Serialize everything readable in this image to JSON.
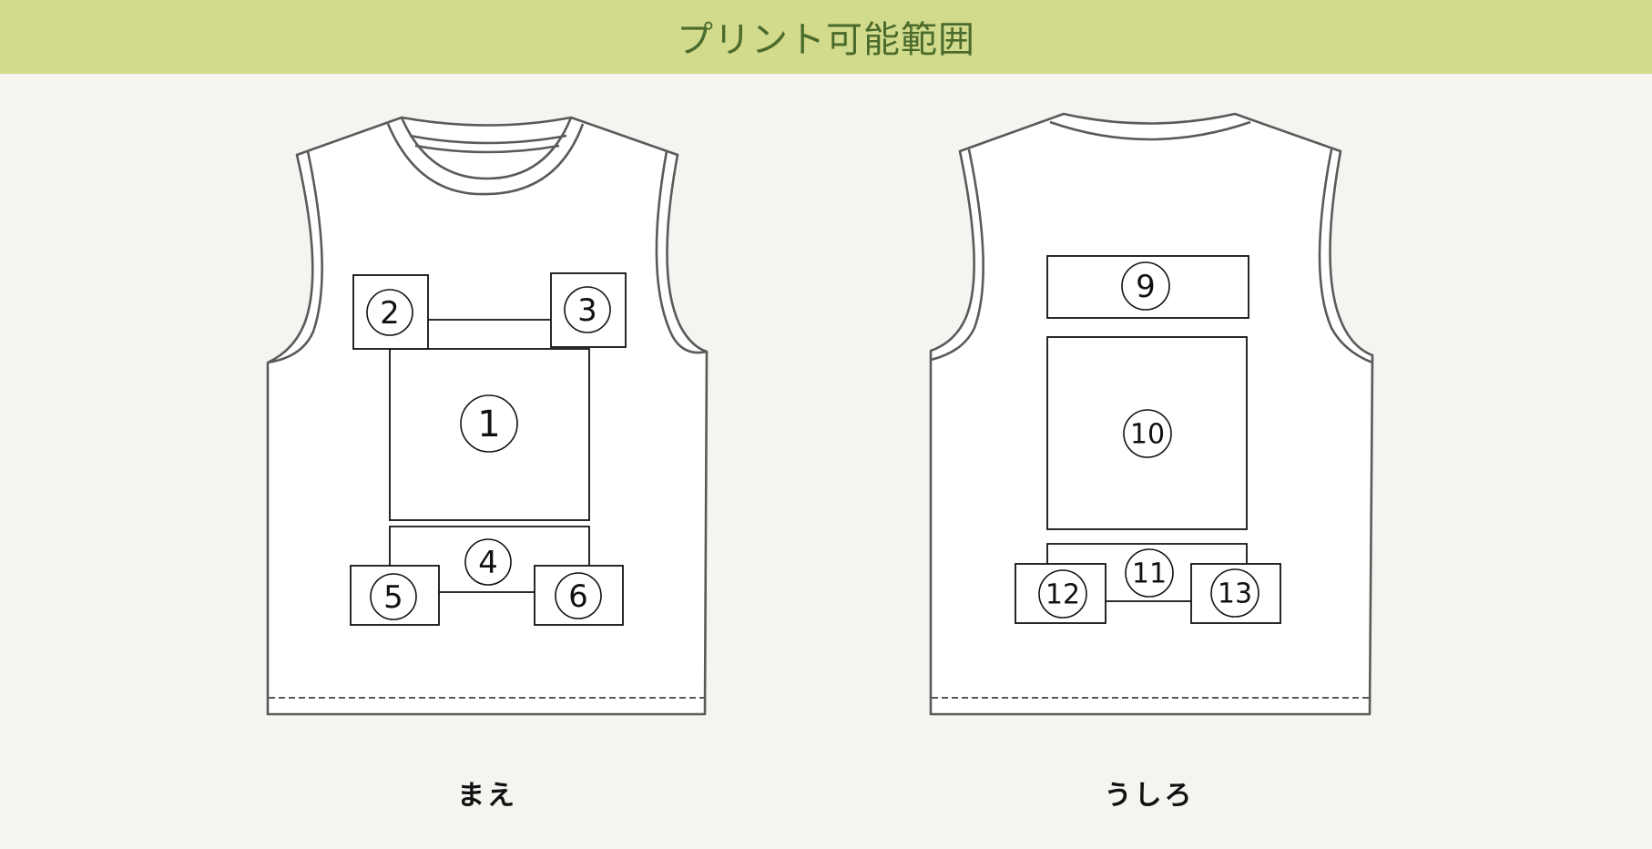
{
  "header": {
    "title": "プリント可能範囲",
    "background_color": "#d2da8c",
    "text_color": "#4a6b2c"
  },
  "views": {
    "front": {
      "label": "まえ",
      "areas": [
        {
          "id": "1",
          "mark": "①"
        },
        {
          "id": "2",
          "mark": "②"
        },
        {
          "id": "3",
          "mark": "③"
        },
        {
          "id": "4",
          "mark": "④"
        },
        {
          "id": "5",
          "mark": "⑤"
        },
        {
          "id": "6",
          "mark": "⑥"
        }
      ]
    },
    "back": {
      "label": "うしろ",
      "areas": [
        {
          "id": "9",
          "mark": "⑨"
        },
        {
          "id": "10",
          "mark": "⑩"
        },
        {
          "id": "11",
          "mark": "⑪"
        },
        {
          "id": "12",
          "mark": "⑫"
        },
        {
          "id": "13",
          "mark": "⑬"
        }
      ]
    }
  },
  "colors": {
    "page_background": "#f5f4f0",
    "garment_outline": "#5a5a5a",
    "area_outline": "#111111"
  }
}
